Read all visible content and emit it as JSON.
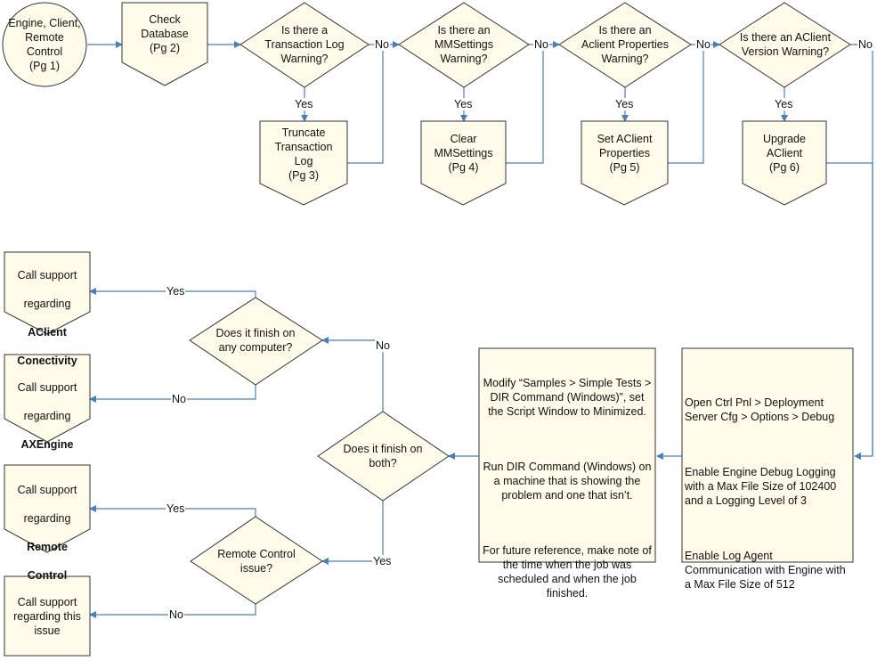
{
  "nodes": {
    "start": "Engine, Client,\nRemote\nControl\n(Pg 1)",
    "check_db": "Check\nDatabase\n(Pg 2)",
    "q_translog": "Is there a\nTransaction Log\nWarning?",
    "truncate": "Truncate\nTransaction\nLog\n(Pg 3)",
    "q_mmsettings": "Is there an\nMMSettings\nWarning?",
    "clear_mm": "Clear\nMMSettings\n(Pg 4)",
    "q_aclient_props": "Is there an\nAclient Properties\nWarning?",
    "set_props": "Set AClient\nProperties\n(Pg 5)",
    "q_aclient_version": "Is there an AClient\nVersion Warning?",
    "upgrade": "Upgrade\nAClient\n(Pg 6)",
    "debug_box": {
      "p1": "Open Ctrl Pnl > Deployment Server Cfg > Options > Debug",
      "p2": "Enable Engine Debug Logging with a Max File Size of 102400 and a Logging Level of 3",
      "p3": "Enable Log Agent Communication with Engine with a Max File Size of 512"
    },
    "dir_box": {
      "p1": "Modify “Samples > Simple Tests > DIR Command (Windows)”, set the Script Window to Minimized.",
      "p2": "Run DIR Command (Windows) on a machine that is showing the problem and one that isn’t.",
      "p3": "For future reference, make note of the time when the job was scheduled and when the job finished."
    },
    "q_both": "Does it finish on\nboth?",
    "q_any": "Does it finish on\nany computer?",
    "q_remote": "Remote Control\nissue?",
    "call_aclient": {
      "line1": "Call support",
      "line2": "regarding",
      "bold1": "AClient",
      "bold2": "Conectivity"
    },
    "call_axengine": {
      "line1": "Call support",
      "line2": "regarding",
      "bold1": "AXEngine"
    },
    "call_remote": {
      "line1": "Call support",
      "line2": "regarding",
      "bold1": "Remote",
      "bold2": "Control"
    },
    "call_issue": "Call support\nregarding this\nissue"
  },
  "edge_labels": {
    "no1": "No",
    "yes1": "Yes",
    "no2": "No",
    "yes2": "Yes",
    "no3": "No",
    "yes3": "Yes",
    "no4": "No",
    "yes4": "Yes",
    "any_yes": "Yes",
    "any_no": "No",
    "both_no": "No",
    "both_yes": "Yes",
    "remote_yes": "Yes",
    "remote_no": "No"
  },
  "colors": {
    "shape_fill": "#fffbea",
    "shape_stroke": "#333333",
    "connector": "#4a7ebb"
  }
}
